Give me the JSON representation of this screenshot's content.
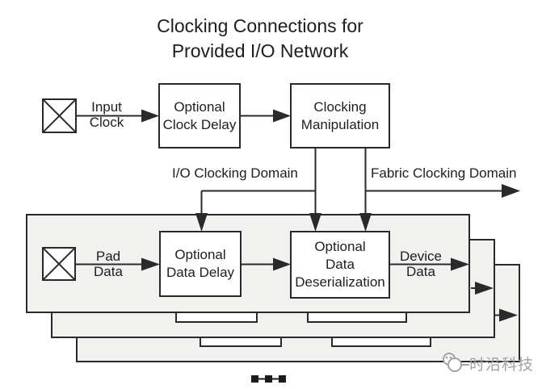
{
  "colors": {
    "line": "#2b2a2a",
    "text": "#1e1e22",
    "tile_fill": "#f1f1ef",
    "box_fill": "#ffffff",
    "watermark": "#a3a3a3"
  },
  "title": {
    "line1": "Clocking Connections for",
    "line2": "Provided I/O Network"
  },
  "top_path": {
    "input_clock_label": {
      "line1": "Input",
      "line2": "Clock"
    },
    "optional_clock_delay": {
      "line1": "Optional",
      "line2": "Clock Delay"
    },
    "clocking_manipulation": {
      "line1": "Clocking",
      "line2": "Manipulation"
    }
  },
  "domain_labels": {
    "io": "I/O Clocking Domain",
    "fabric": "Fabric Clocking Domain"
  },
  "io_tile": {
    "pad_data_label": {
      "line1": "Pad",
      "line2": "Data"
    },
    "optional_data_delay": {
      "line1": "Optional",
      "line2": "Data Delay"
    },
    "optional_data_deserialization": {
      "line1": "Optional",
      "line2": "Data",
      "line3": "Deserialization"
    },
    "device_data_label": {
      "line1": "Device",
      "line2": "Data"
    }
  },
  "watermark": {
    "brand_text": "时沿科技"
  }
}
